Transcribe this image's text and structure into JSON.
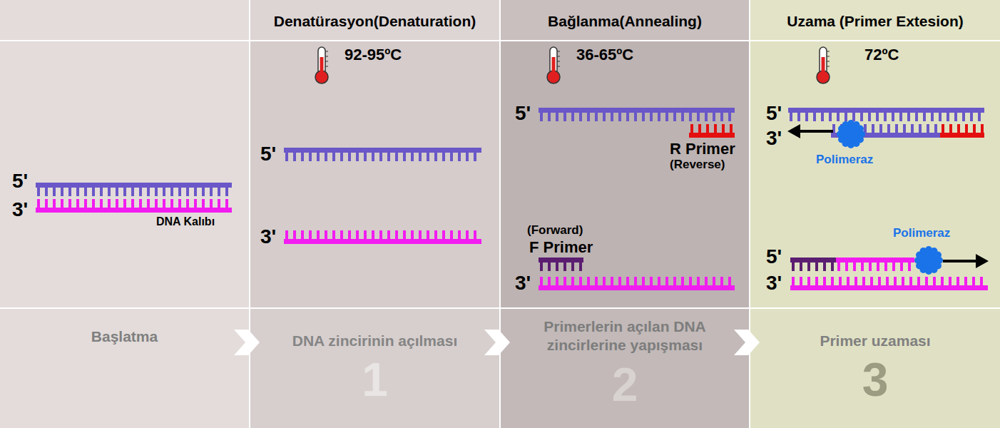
{
  "diagram": {
    "nodes": [
      {
        "text": [
          "Denatürasyon(Denaturation)"
        ]
      },
      {
        "text": [
          "Bağlanma(Annealing)"
        ]
      },
      {
        "text": [
          "Uzama (Primer Extesion)"
        ]
      },
      {
        "text": [
          "Başlatma"
        ]
      },
      {
        "text": [
          "DNA zincirinin açılması",
          "1"
        ]
      },
      {
        "text": [
          "Primerlerin açılan DNA zincirlerine yapışması",
          "2"
        ]
      },
      {
        "text": [
          "Primer uzaması",
          "3"
        ]
      }
    ],
    "edges": [
      {
        "from": 3,
        "to": 4,
        "arrow": "to"
      },
      {
        "from": 4,
        "to": 5,
        "arrow": "to"
      },
      {
        "from": 5,
        "to": 6,
        "arrow": "to"
      }
    ],
    "labels": [
      "92-95ºC",
      "36-65ºC",
      "72ºC",
      "5'",
      "3'",
      "DNA Kalıbı",
      "5'",
      "3'",
      "5'",
      "R Primer",
      "(Reverse)",
      "(Forward)",
      "F Primer",
      "3'",
      "5'",
      "3'",
      "Polimeraz",
      "Polimeraz",
      "5'",
      "3'"
    ]
  }
}
